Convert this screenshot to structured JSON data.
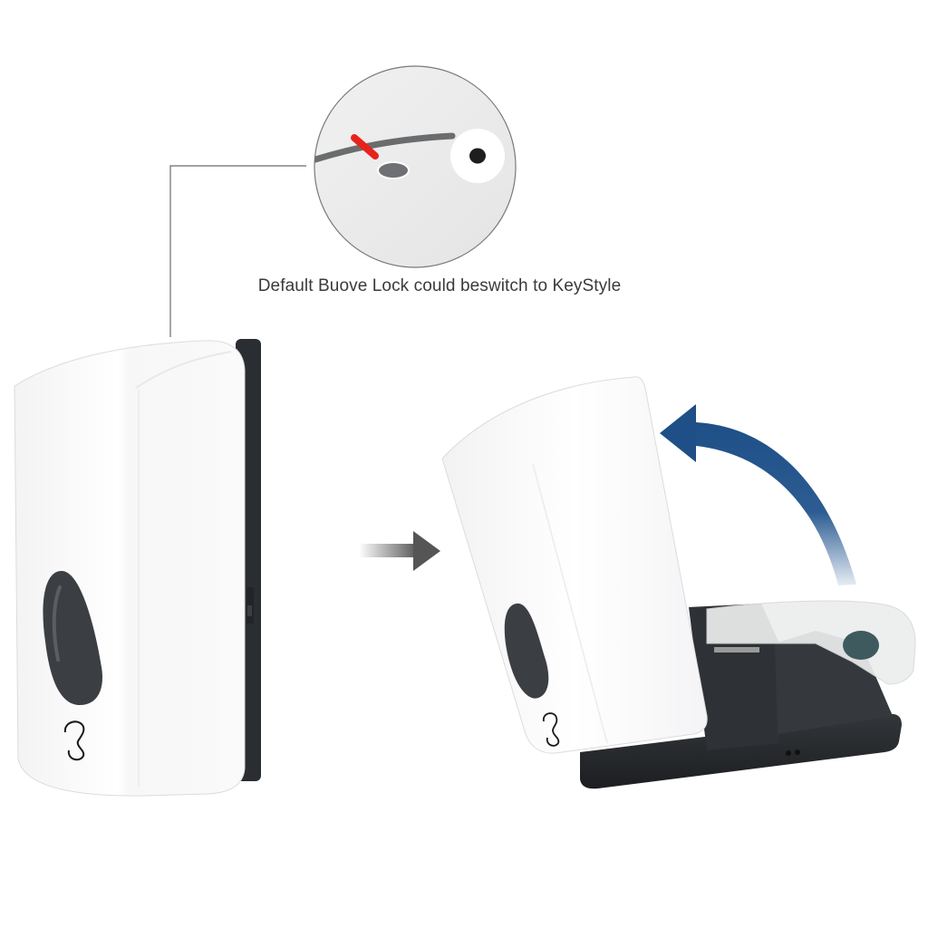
{
  "caption": {
    "text": "Default Buove Lock could beswitch to KeyStyle"
  },
  "callout": {
    "label": "lock-detail-magnifier",
    "accent_color": "#e8231c",
    "groove_color": "#6a6c6e"
  },
  "arrows": {
    "transition_arrow_color": "#555555",
    "open_arrow_color": "#1e4f86"
  },
  "product": {
    "body_color": "#fbfbfb",
    "back_plate_color": "#2a2d31",
    "sensor_window_color": "#3b3f44",
    "states": [
      "closed",
      "opened"
    ]
  }
}
